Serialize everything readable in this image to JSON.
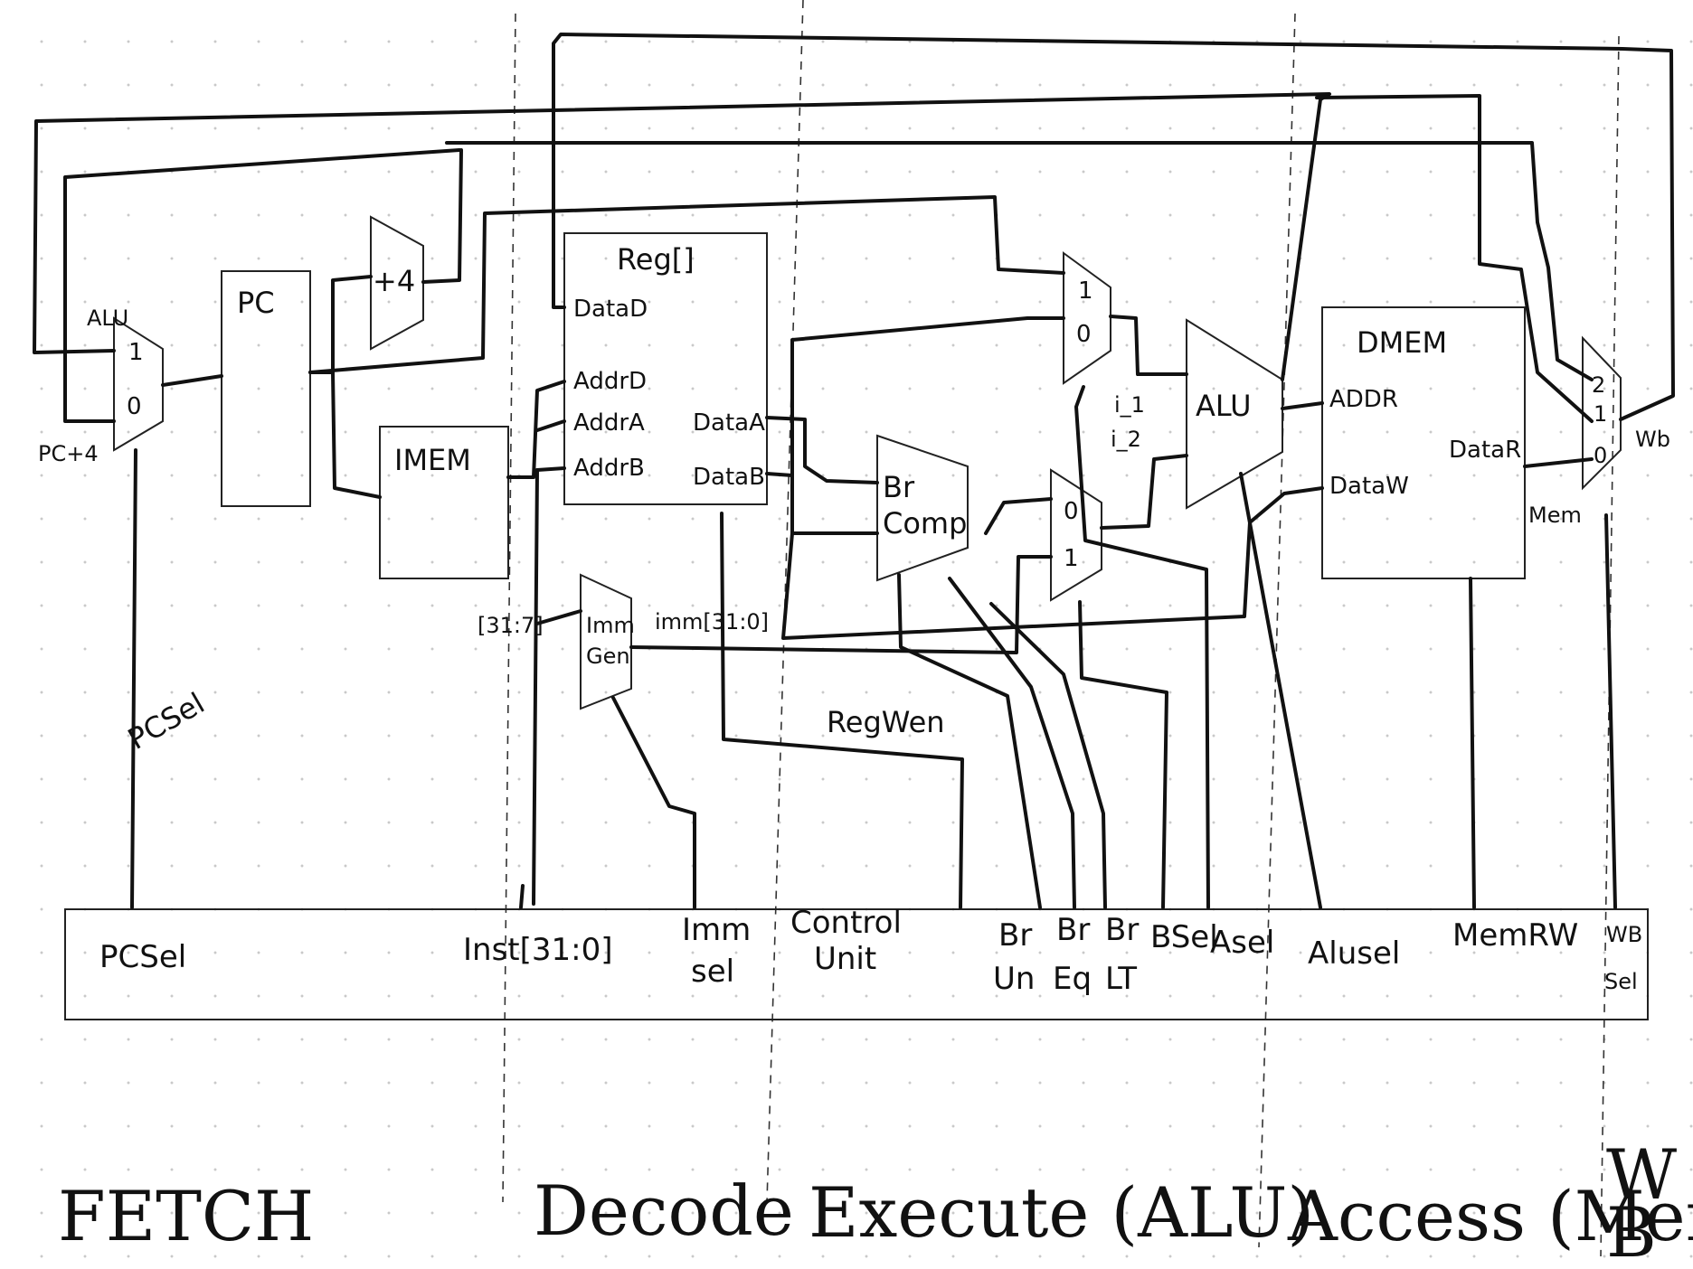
{
  "components": {
    "pc": "PC",
    "plus4": "+4",
    "imem": "IMEM",
    "regfile": "Reg[]",
    "reg_datad": "DataD",
    "reg_addrd": "AddrD",
    "reg_addra": "AddrA",
    "reg_addrb": "AddrB",
    "reg_dataa": "DataA",
    "reg_datab": "DataB",
    "immgen_1": "Imm",
    "immgen_2": "Gen",
    "brcomp_1": "Br",
    "brcomp_2": "Comp",
    "alu": "ALU",
    "dmem": "DMEM",
    "dmem_addr": "ADDR",
    "dmem_dataw": "DataW",
    "dmem_datar": "DataR"
  },
  "mux_labels": {
    "pc_in_1": "1",
    "pc_in_0": "0",
    "a_in_1": "1",
    "a_in_0": "0",
    "b_in_0": "0",
    "b_in_1": "1",
    "wb_in_2": "2",
    "wb_in_1": "1",
    "wb_in_0": "0"
  },
  "signals": {
    "alu_feedback": "ALU",
    "pc_plus4": "PC+4",
    "inst_bits": "[31:7]",
    "imm_out": "imm[31:0]",
    "alu_in1": "i_1",
    "alu_in2": "i_2",
    "wb_out": "Wb",
    "mem_label": "Mem",
    "pcsel_wire": "PCSel",
    "regwen_wire": "RegWen"
  },
  "control_unit": {
    "pcsel": "PCSel",
    "inst": "Inst[31:0]",
    "immsel_1": "Imm",
    "immsel_2": "sel",
    "control_1": "Control",
    "control_2": "Unit",
    "brun_1": "Br",
    "brun_2": "Un",
    "breq_1": "Br",
    "breq_2": "Eq",
    "brlt_1": "Br",
    "brlt_2": "LT",
    "bsel": "BSel",
    "asel": "Asel",
    "alusel": "Alusel",
    "memrw": "MemRW",
    "wbsel_1": "WB",
    "wbsel_2": "Sel"
  },
  "stages": {
    "fetch": "FETCH",
    "decode": "Decode",
    "execute": "Execute (ALU)",
    "access": "Access (Mem)",
    "wb_1": "W",
    "wb_2": "B"
  }
}
